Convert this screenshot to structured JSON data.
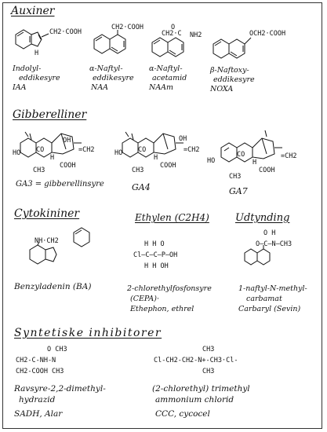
{
  "sections": {
    "auxiner": {
      "title": "Auxiner",
      "compounds": [
        {
          "group": "CH2·COOH",
          "name1": "Indolyl-",
          "name2": "eddikesyre",
          "abbr": "IAA",
          "atom": "H"
        },
        {
          "group": "CH2·COOH",
          "name1": "α-Naftyl-",
          "name2": "eddikesyre",
          "abbr": "NAA"
        },
        {
          "group": "CH2·C",
          "group2": "NH2",
          "group3": "O",
          "name1": "α-Naftyl-",
          "name2": "acetamid",
          "abbr": "NAAm"
        },
        {
          "group": "OCH2·COOH",
          "name1": "β-Naftoxy-",
          "name2": "eddikesyre",
          "abbr": "NOXA"
        }
      ]
    },
    "gibberelliner": {
      "title": "Gibberelliner",
      "compounds": [
        {
          "label": "GA3 = gibberellinsyre",
          "ho": "HO",
          "oh": "OH",
          "eq": "=CH2",
          "co": "CO",
          "ch3": "CH3",
          "cooh": "COOH",
          "h": "H"
        },
        {
          "label": "GA4",
          "oh": "OH",
          "eq": "=CH2",
          "co": "CO",
          "ch3": "CH3",
          "cooh": "COOH",
          "h": "H",
          "ho": "HO"
        },
        {
          "label": "GA7",
          "ho": "HO",
          "eq": "=CH2",
          "co": "CO",
          "ch3": "CH3",
          "cooh": "COOH",
          "h": "H"
        }
      ]
    },
    "cytokininer": {
      "title": "Cytokininer",
      "group": "NH·CH2",
      "name": "Benzyladenin (BA)"
    },
    "ethylen": {
      "title": "Ethylen (C2H4)",
      "formula_top": "H  H  O",
      "formula_mid": "Cl–C–C–P–OH",
      "formula_bot": "H  H  OH",
      "name1": "2-chlorethylfosfonsyre",
      "name2": "(CEPA)·",
      "name3": "Ethephon, ethrel"
    },
    "udtynding": {
      "title": "Udtynding",
      "formula_top": "O   H",
      "formula_mid": "O–C–N–CH3",
      "name1": "1-naftyl-N-methyl-",
      "name2": "carbamat",
      "name3": "Carbaryl (Sevin)"
    },
    "syntetiske": {
      "title": "Syntetiske inhibitorer",
      "left": {
        "line1": "O     CH3",
        "line2": "CH2-C-NH-N",
        "line3": "CH2-COOH   CH3",
        "name1": "Ravsyre-2,2-dimethyl-",
        "name2": "hydrazid",
        "name3": "SADH, Alar"
      },
      "right": {
        "line1": "CH3",
        "line2": "Cl-CH2-CH2-N+-CH3·Cl-",
        "line3": "CH3",
        "name1": "(2-chlorethyl) trimethyl",
        "name2": "ammonium chlorid",
        "name3": "CCC, cycocel"
      }
    }
  }
}
